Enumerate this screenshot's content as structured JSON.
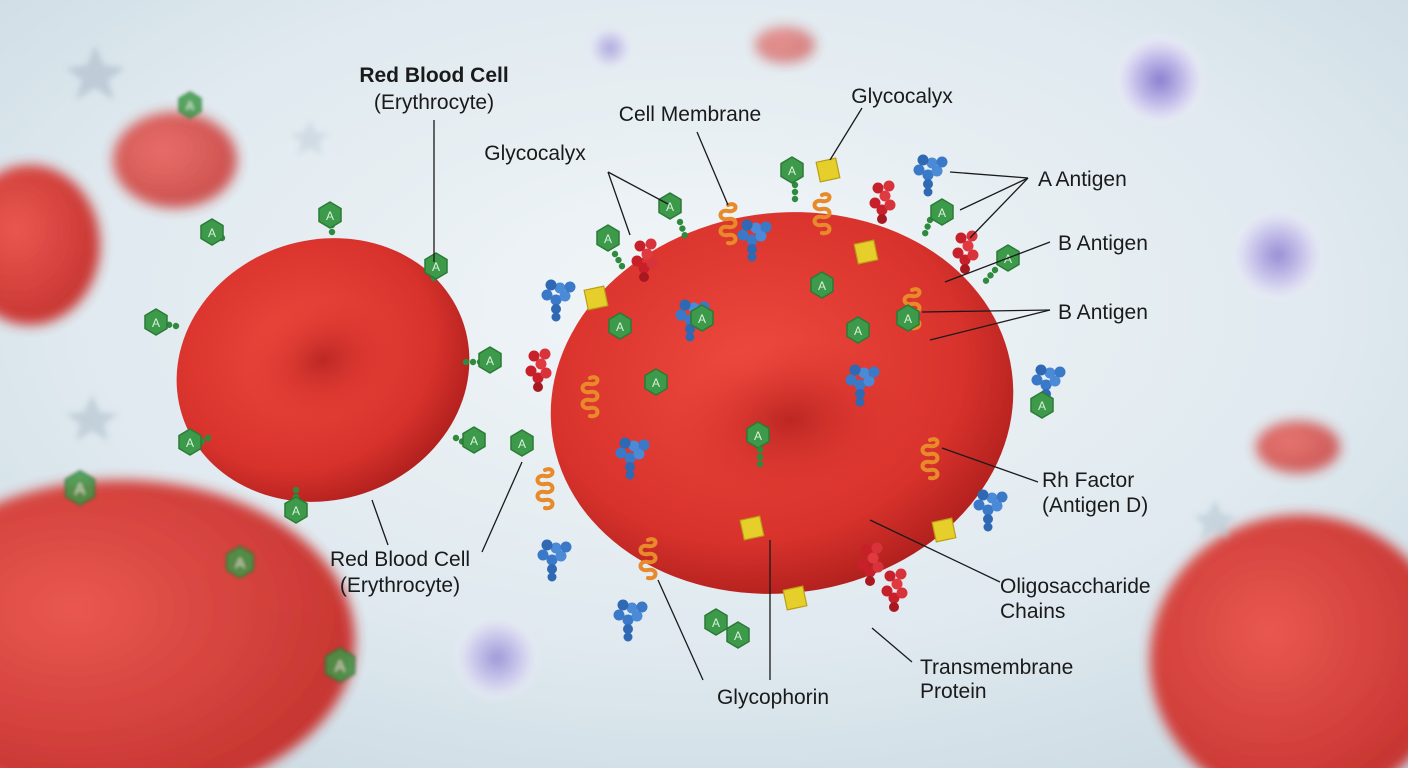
{
  "labels": {
    "rbc_title_bold": "Red Blood Cell",
    "rbc_title_sub": "(Erythrocyte)",
    "cell_membrane": "Cell Membrane",
    "glycocalyx_top": "Glycocalyx",
    "glycocalyx_left": "Glycocalyx",
    "a_antigen": "A Antigen",
    "b_antigen_1": "B Antigen",
    "b_antigen_2": "B Antigen",
    "rh_factor_line1": "Rh Factor",
    "rh_factor_line2": "(Antigen D)",
    "oligo_line1": "Oligosaccharide",
    "oligo_line2": "Chains",
    "transmembrane_line1": "Transmembrane",
    "transmembrane_line2": "Protein",
    "glycophorin": "Glycophorin",
    "rbc_bottom_line1": "Red Blood Cell",
    "rbc_bottom_line2": "(Erythrocyte)"
  },
  "marker_letter": "A",
  "colors": {
    "background": "#dfe9ef",
    "cell_red": "#d8322c",
    "cell_dark": "#a81c1a",
    "antigen_green": "#3d9a4a",
    "antigen_blue": "#3a78c8",
    "antigen_red": "#c8202a",
    "protein_orange": "#e8892a",
    "glycan_yellow": "#e6cf2a"
  }
}
